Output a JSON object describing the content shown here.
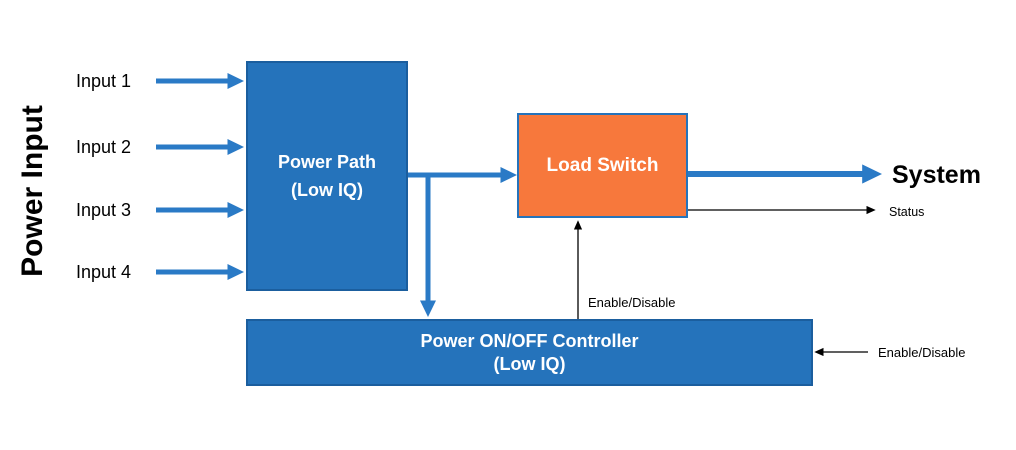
{
  "diagram": {
    "side_label": "Power Input",
    "inputs": [
      "Input 1",
      "Input 2",
      "Input 3",
      "Input 4"
    ],
    "blocks": {
      "power_path": {
        "line1": "Power Path",
        "line2": "(Low IQ)"
      },
      "load_switch": {
        "label": "Load Switch"
      },
      "controller": {
        "line1": "Power ON/OFF Controller",
        "line2": "(Low IQ)"
      }
    },
    "outputs": {
      "system": "System",
      "status": "Status"
    },
    "signals": {
      "enable_disable_up": "Enable/Disable",
      "enable_disable_right": "Enable/Disable"
    }
  },
  "colors": {
    "box_blue": "#2573BB",
    "box_blue_border": "#1B5E9E",
    "box_orange": "#F7783C",
    "arrow_blue": "#2A7AC6",
    "line_black": "#000000",
    "text_white": "#FFFFFF",
    "text_black": "#000000"
  }
}
